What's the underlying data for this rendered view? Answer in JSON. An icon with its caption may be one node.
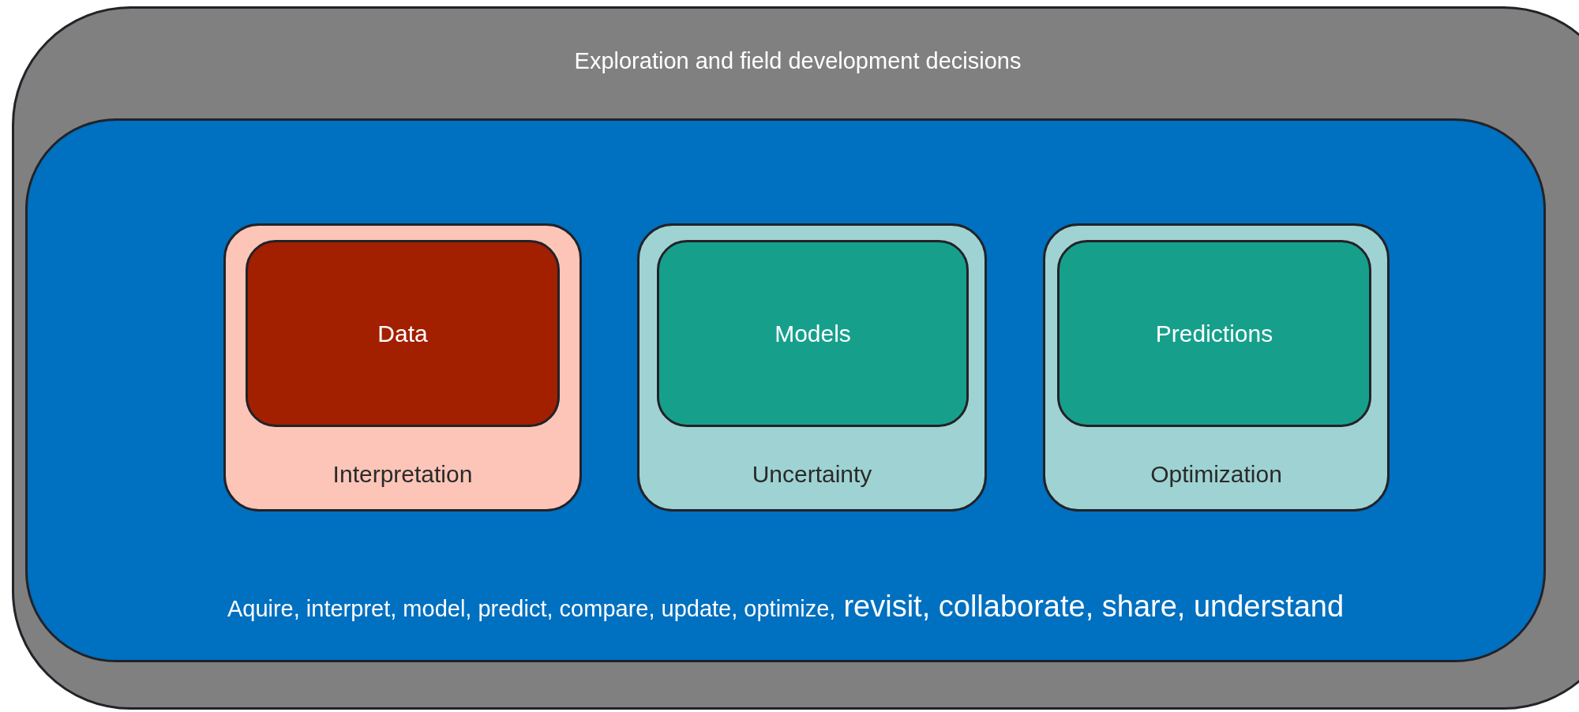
{
  "diagram": {
    "nodes": [
      {
        "text": [
          "Exploration and field development decisions"
        ]
      },
      {
        "text": [
          "Aquire, interpret, model, predict, compare, update, optimize,",
          "revisit, collaborate, share, understand"
        ],
        "in": 0
      },
      {
        "text": [
          "Interpretation"
        ],
        "in": 1
      },
      {
        "text": [
          "Data"
        ],
        "in": 2
      },
      {
        "text": [
          "Uncertainty"
        ],
        "in": 1
      },
      {
        "text": [
          "Models"
        ],
        "in": 4
      },
      {
        "text": [
          "Optimization"
        ],
        "in": 1
      },
      {
        "text": [
          "Predictions"
        ],
        "in": 6
      }
    ]
  }
}
